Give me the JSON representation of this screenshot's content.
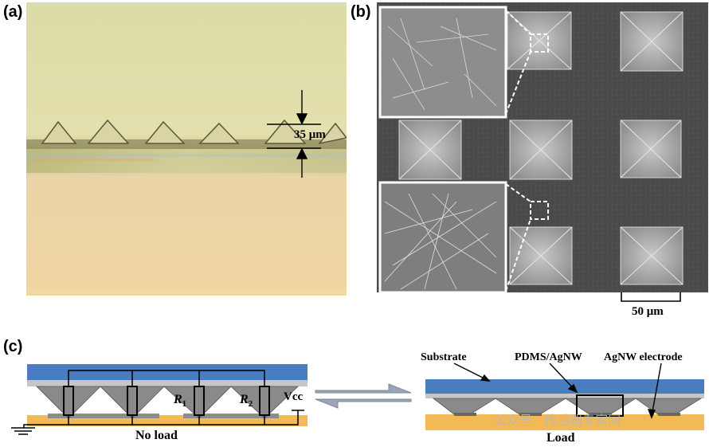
{
  "panels": {
    "a": {
      "label": "(a)",
      "scale_text": "35 μm"
    },
    "b": {
      "label": "(b)",
      "scale_text": "50 μm"
    },
    "c": {
      "label": "(c)",
      "left_caption": "No load",
      "right_caption": "Load",
      "r1_symbol": "R",
      "r1_sub": "1",
      "r2_symbol": "R",
      "r2_sub": "2",
      "vcc": "Vcc",
      "substrate": "Substrate",
      "pdms": "PDMS/AgNW",
      "electrode": "AgNW electrode"
    }
  },
  "watermark": "公众号 · 传感器专家网",
  "colors": {
    "substrate_blue": "#4a7cc0",
    "electrode_gold": "#f3b955",
    "sem_gray": "#4a4a4a"
  }
}
